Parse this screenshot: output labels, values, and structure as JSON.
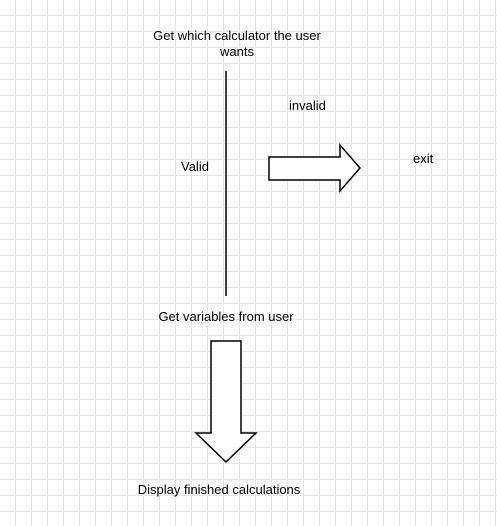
{
  "diagram": {
    "nodes": {
      "start": "Get which calculator the user wants",
      "get_variables": "Get variables from user",
      "display": "Display finished calculations",
      "exit": "exit"
    },
    "edges": {
      "valid": "Valid",
      "invalid": "invalid"
    }
  }
}
